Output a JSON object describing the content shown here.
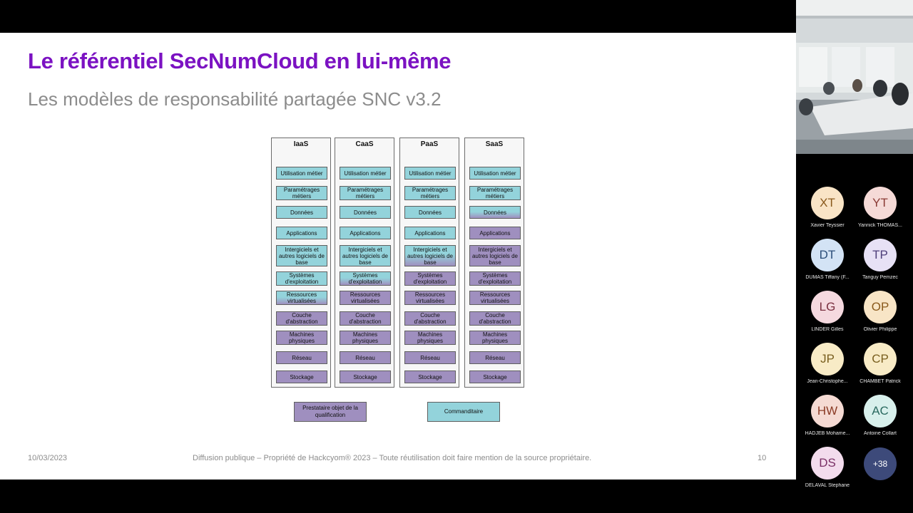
{
  "slide": {
    "title": "Le référentiel SecNumCloud en lui-même",
    "subtitle": "Les modèles de responsabilité partagée SNC v3.2",
    "date": "10/03/2023",
    "footer": "Diffusion publique – Propriété de Hackcyom® 2023 – Toute réutilisation doit faire mention de la source propriétaire.",
    "page_number": "10"
  },
  "diagram": {
    "columns": [
      {
        "title": "IaaS",
        "layers": [
          {
            "label": "Utilisation métier",
            "color": "cyan"
          },
          {
            "label": "Paramétrages métiers",
            "color": "cyan"
          },
          {
            "label": "Données",
            "color": "cyan"
          },
          {
            "label": "Applications",
            "color": "cyan"
          },
          {
            "label": "Intergiciels et autres logiciels de base",
            "color": "cyan"
          },
          {
            "label": "Systèmes d'exploitation",
            "color": "cyan"
          },
          {
            "label": "Ressources virtualisées",
            "color": "mixed"
          },
          {
            "label": "Couche d'abstraction",
            "color": "purple"
          },
          {
            "label": "Machines physiques",
            "color": "purple"
          },
          {
            "label": "Réseau",
            "color": "purple"
          },
          {
            "label": "Stockage",
            "color": "purple"
          }
        ]
      },
      {
        "title": "CaaS",
        "layers": [
          {
            "label": "Utilisation métier",
            "color": "cyan"
          },
          {
            "label": "Paramétrages métiers",
            "color": "cyan"
          },
          {
            "label": "Données",
            "color": "cyan"
          },
          {
            "label": "Applications",
            "color": "cyan"
          },
          {
            "label": "Intergiciels et autres logiciels de base",
            "color": "cyan"
          },
          {
            "label": "Systèmes d'exploitation",
            "color": "mixed"
          },
          {
            "label": "Ressources virtualisées",
            "color": "purple"
          },
          {
            "label": "Couche d'abstraction",
            "color": "purple"
          },
          {
            "label": "Machines physiques",
            "color": "purple"
          },
          {
            "label": "Réseau",
            "color": "purple"
          },
          {
            "label": "Stockage",
            "color": "purple"
          }
        ]
      },
      {
        "title": "PaaS",
        "layers": [
          {
            "label": "Utilisation métier",
            "color": "cyan"
          },
          {
            "label": "Paramétrages métiers",
            "color": "cyan"
          },
          {
            "label": "Données",
            "color": "cyan"
          },
          {
            "label": "Applications",
            "color": "cyan"
          },
          {
            "label": "Intergiciels et autres logiciels de base",
            "color": "mixed"
          },
          {
            "label": "Systèmes d'exploitation",
            "color": "purple"
          },
          {
            "label": "Ressources virtualisées",
            "color": "purple"
          },
          {
            "label": "Couche d'abstraction",
            "color": "purple"
          },
          {
            "label": "Machines physiques",
            "color": "purple"
          },
          {
            "label": "Réseau",
            "color": "purple"
          },
          {
            "label": "Stockage",
            "color": "purple"
          }
        ]
      },
      {
        "title": "SaaS",
        "layers": [
          {
            "label": "Utilisation métier",
            "color": "cyan"
          },
          {
            "label": "Paramétrages métiers",
            "color": "cyan"
          },
          {
            "label": "Données",
            "color": "mixed"
          },
          {
            "label": "Applications",
            "color": "purple"
          },
          {
            "label": "Intergiciels et autres logiciels de base",
            "color": "purple"
          },
          {
            "label": "Systèmes d'exploitation",
            "color": "purple"
          },
          {
            "label": "Ressources virtualisées",
            "color": "purple"
          },
          {
            "label": "Couche d'abstraction",
            "color": "purple"
          },
          {
            "label": "Machines physiques",
            "color": "purple"
          },
          {
            "label": "Réseau",
            "color": "purple"
          },
          {
            "label": "Stockage",
            "color": "purple"
          }
        ]
      }
    ],
    "legend": {
      "provider": "Prestataire objet de la qualification",
      "client": "Commanditaire"
    },
    "colors": {
      "cyan": "#93d3db",
      "purple": "#9f8fbf"
    }
  },
  "participants": [
    {
      "initials": "XT",
      "name": "Xavier Teyssier",
      "bg": "#f9e4c6",
      "fg": "#8a5a1c"
    },
    {
      "initials": "YT",
      "name": "Yannick THOMAS...",
      "bg": "#f5dad7",
      "fg": "#8a3a35"
    },
    {
      "initials": "DT",
      "name": "DUMAS Tiffany (F...",
      "bg": "#d3e3f5",
      "fg": "#2d4f7a"
    },
    {
      "initials": "TP",
      "name": "Tanguy Pemzec",
      "bg": "#e7e1f5",
      "fg": "#4e3f7a"
    },
    {
      "initials": "LG",
      "name": "LINDER Gilles",
      "bg": "#f5d9df",
      "fg": "#7a3040"
    },
    {
      "initials": "OP",
      "name": "Olivier Philippe",
      "bg": "#f8e5c6",
      "fg": "#8a5a1c"
    },
    {
      "initials": "JP",
      "name": "Jean-Christophe...",
      "bg": "#f8ebc6",
      "fg": "#7a6020"
    },
    {
      "initials": "CP",
      "name": "CHAMBET Patrick",
      "bg": "#f8ebc6",
      "fg": "#7a6020"
    },
    {
      "initials": "HW",
      "name": "HADJEB Mohame...",
      "bg": "#f5dad3",
      "fg": "#8a3a25"
    },
    {
      "initials": "AC",
      "name": "Antoine Collart",
      "bg": "#d8f0ec",
      "fg": "#2a6a60"
    },
    {
      "initials": "DS",
      "name": "DELAVAL Stephane",
      "bg": "#f3dced",
      "fg": "#7a3066"
    }
  ],
  "more_participants": "+38"
}
